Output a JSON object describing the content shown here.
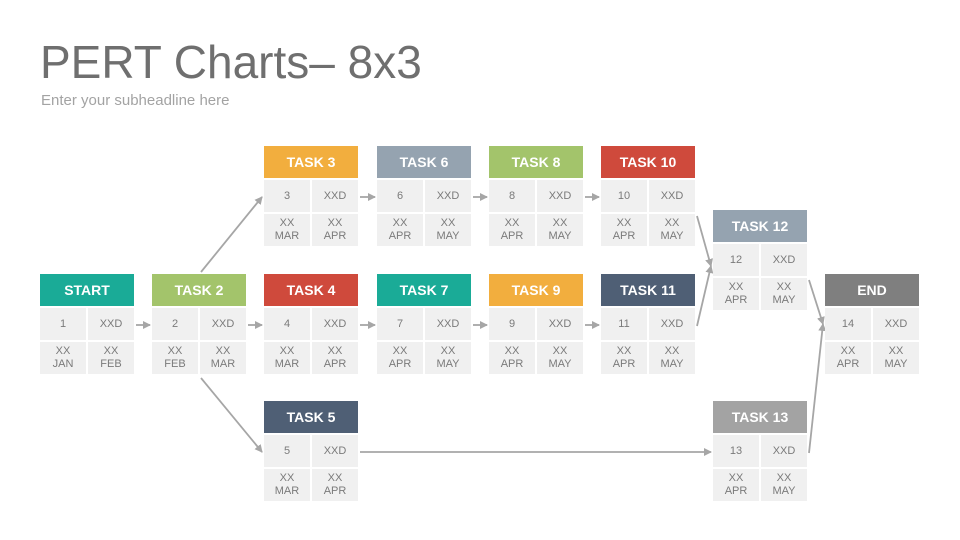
{
  "slide": {
    "title": "PERT Charts– 8x3",
    "subtitle": "Enter your subheadline here"
  },
  "colors": {
    "teal": "#1aab97",
    "green": "#a3c46b",
    "orange": "#f2ae3e",
    "red": "#cf4a3c",
    "slate": "#95a3b0",
    "navy": "#4f5f75",
    "gray": "#a3a3a3",
    "darkgray": "#7f7f7f",
    "arrow": "#a6a6a6"
  },
  "nodes": [
    {
      "id": "start",
      "label": "START",
      "color": "#1aab97",
      "num": "1",
      "code": "XXD",
      "start_day": "XX",
      "start_month": "JAN",
      "end_day": "XX",
      "end_month": "FEB"
    },
    {
      "id": "task2",
      "label": "TASK 2",
      "color": "#a3c46b",
      "num": "2",
      "code": "XXD",
      "start_day": "XX",
      "start_month": "FEB",
      "end_day": "XX",
      "end_month": "MAR"
    },
    {
      "id": "task3",
      "label": "TASK 3",
      "color": "#f2ae3e",
      "num": "3",
      "code": "XXD",
      "start_day": "XX",
      "start_month": "MAR",
      "end_day": "XX",
      "end_month": "APR"
    },
    {
      "id": "task4",
      "label": "TASK 4",
      "color": "#cf4a3c",
      "num": "4",
      "code": "XXD",
      "start_day": "XX",
      "start_month": "MAR",
      "end_day": "XX",
      "end_month": "APR"
    },
    {
      "id": "task5",
      "label": "TASK 5",
      "color": "#4f5f75",
      "num": "5",
      "code": "XXD",
      "start_day": "XX",
      "start_month": "MAR",
      "end_day": "XX",
      "end_month": "APR"
    },
    {
      "id": "task6",
      "label": "TASK 6",
      "color": "#95a3b0",
      "num": "6",
      "code": "XXD",
      "start_day": "XX",
      "start_month": "APR",
      "end_day": "XX",
      "end_month": "MAY"
    },
    {
      "id": "task7",
      "label": "TASK 7",
      "color": "#1aab97",
      "num": "7",
      "code": "XXD",
      "start_day": "XX",
      "start_month": "APR",
      "end_day": "XX",
      "end_month": "MAY"
    },
    {
      "id": "task8",
      "label": "TASK 8",
      "color": "#a3c46b",
      "num": "8",
      "code": "XXD",
      "start_day": "XX",
      "start_month": "APR",
      "end_day": "XX",
      "end_month": "MAY"
    },
    {
      "id": "task9",
      "label": "TASK 9",
      "color": "#f2ae3e",
      "num": "9",
      "code": "XXD",
      "start_day": "XX",
      "start_month": "APR",
      "end_day": "XX",
      "end_month": "MAY"
    },
    {
      "id": "task10",
      "label": "TASK 10",
      "color": "#cf4a3c",
      "num": "10",
      "code": "XXD",
      "start_day": "XX",
      "start_month": "APR",
      "end_day": "XX",
      "end_month": "MAY"
    },
    {
      "id": "task11",
      "label": "TASK 11",
      "color": "#4f5f75",
      "num": "11",
      "code": "XXD",
      "start_day": "XX",
      "start_month": "APR",
      "end_day": "XX",
      "end_month": "MAY"
    },
    {
      "id": "task12",
      "label": "TASK 12",
      "color": "#95a3b0",
      "num": "12",
      "code": "XXD",
      "start_day": "XX",
      "start_month": "APR",
      "end_day": "XX",
      "end_month": "MAY"
    },
    {
      "id": "task13",
      "label": "TASK 13",
      "color": "#a3a3a3",
      "num": "13",
      "code": "XXD",
      "start_day": "XX",
      "start_month": "APR",
      "end_day": "XX",
      "end_month": "MAY"
    },
    {
      "id": "end",
      "label": "END",
      "color": "#7f7f7f",
      "num": "14",
      "code": "XXD",
      "start_day": "XX",
      "start_month": "APR",
      "end_day": "XX",
      "end_month": "MAY"
    }
  ],
  "edges": [
    [
      "start",
      "task2"
    ],
    [
      "task2",
      "task3"
    ],
    [
      "task2",
      "task4"
    ],
    [
      "task2",
      "task5"
    ],
    [
      "task3",
      "task6"
    ],
    [
      "task6",
      "task8"
    ],
    [
      "task8",
      "task10"
    ],
    [
      "task4",
      "task7"
    ],
    [
      "task7",
      "task9"
    ],
    [
      "task9",
      "task11"
    ],
    [
      "task10",
      "task12"
    ],
    [
      "task11",
      "task12"
    ],
    [
      "task5",
      "task13"
    ],
    [
      "task12",
      "end"
    ],
    [
      "task13",
      "end"
    ]
  ]
}
